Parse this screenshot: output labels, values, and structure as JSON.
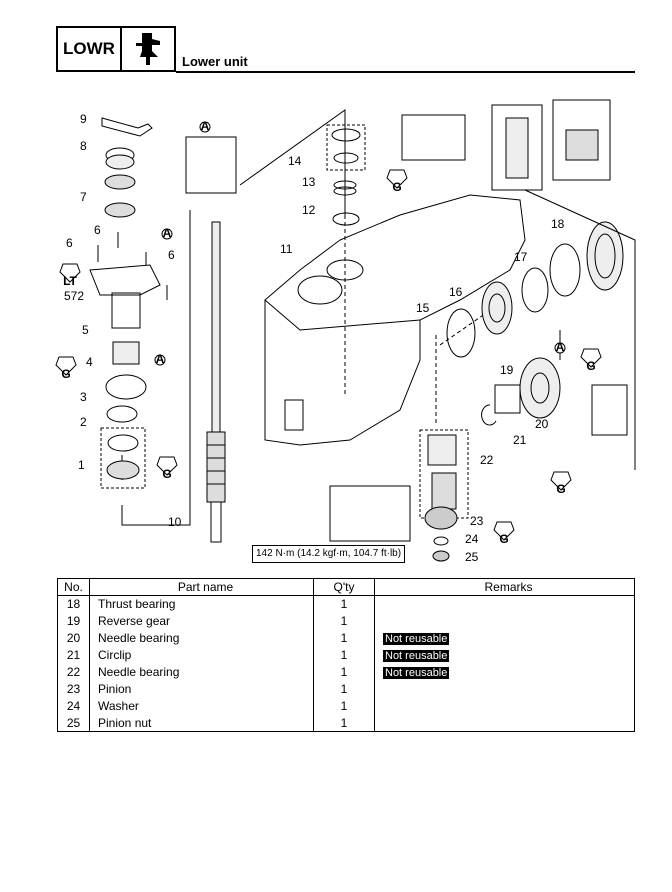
{
  "header": {
    "code": "LOWR",
    "title": "Lower unit",
    "icon": "outboard-lower-unit-icon"
  },
  "diagram": {
    "callouts": [
      "9",
      "8",
      "7",
      "6",
      "6",
      "6",
      "5",
      "4",
      "3",
      "2",
      "1",
      "10",
      "11",
      "12",
      "13",
      "14",
      "15",
      "16",
      "17",
      "18",
      "19",
      "20",
      "21",
      "22",
      "23",
      "24",
      "25"
    ],
    "torque_spec": "142 N·m (14.2 kgf·m, 104.7 ft·lb)",
    "sealant_label": "LT",
    "sealant_number": "572",
    "grease_symbol": "G",
    "oil_symbol": "A"
  },
  "table": {
    "headers": {
      "no": "No.",
      "name": "Part name",
      "qty": "Q'ty",
      "remarks": "Remarks"
    },
    "rows": [
      {
        "no": "18",
        "name": "Thrust bearing",
        "qty": "1",
        "remarks": ""
      },
      {
        "no": "19",
        "name": "Reverse gear",
        "qty": "1",
        "remarks": ""
      },
      {
        "no": "20",
        "name": "Needle bearing",
        "qty": "1",
        "remarks": "Not reusable"
      },
      {
        "no": "21",
        "name": "Circlip",
        "qty": "1",
        "remarks": "Not reusable"
      },
      {
        "no": "22",
        "name": "Needle bearing",
        "qty": "1",
        "remarks": "Not reusable"
      },
      {
        "no": "23",
        "name": "Pinion",
        "qty": "1",
        "remarks": ""
      },
      {
        "no": "24",
        "name": "Washer",
        "qty": "1",
        "remarks": ""
      },
      {
        "no": "25",
        "name": "Pinion nut",
        "qty": "1",
        "remarks": ""
      }
    ]
  }
}
